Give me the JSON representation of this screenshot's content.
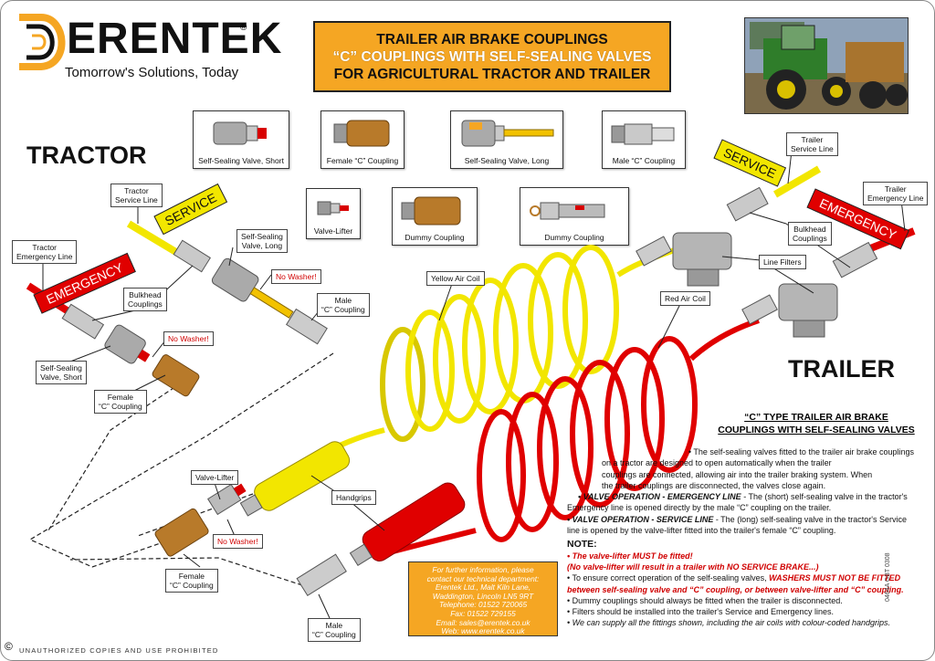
{
  "brand": {
    "logo_text": "ERENTEK",
    "logo_mark": "®",
    "tagline": "Tomorrow's Solutions, Today"
  },
  "title": {
    "line1": "TRAILER AIR BRAKE COUPLINGS",
    "line2": "“C” COUPLINGS WITH SELF-SEALING VALVES",
    "line3": "FOR AGRICULTURAL TRACTOR  AND TRAILER"
  },
  "photo": {
    "description_icon": "tractor-photo-icon"
  },
  "sections": {
    "tractor": "TRACTOR",
    "trailer": "TRAILER"
  },
  "parts": [
    {
      "key": "ssv-short",
      "label": "Self-Sealing Valve, Short"
    },
    {
      "key": "female-c",
      "label": "Female “C” Coupling"
    },
    {
      "key": "ssv-long",
      "label": "Self-Sealing Valve, Long"
    },
    {
      "key": "male-c",
      "label": "Male “C” Coupling"
    },
    {
      "key": "valve-lifter",
      "label": "Valve-Lifter"
    },
    {
      "key": "dummy-1",
      "label": "Dummy Coupling"
    },
    {
      "key": "dummy-2",
      "label": "Dummy Coupling"
    }
  ],
  "banners": {
    "service": "SERVICE",
    "emergency": "EMERGENCY"
  },
  "labels": {
    "tractor_service_line": [
      "Tractor",
      "Service Line"
    ],
    "tractor_emergency_line": [
      "Tractor",
      "Emergency Line"
    ],
    "ssv_long": [
      "Self-Sealing",
      "Valve, Long"
    ],
    "bulkhead_left": [
      "Bulkhead",
      "Couplings"
    ],
    "no_washer": "No Washer!",
    "male_c": [
      "Male",
      "“C” Coupling"
    ],
    "ssv_short": [
      "Self-Sealing",
      "Valve, Short"
    ],
    "female_c": [
      "Female",
      "“C” Coupling"
    ],
    "yellow_coil": "Yellow Air Coil",
    "red_coil": "Red Air Coil",
    "handgrips": "Handgrips",
    "valve_lifter": "Valve-Lifter",
    "trailer_service_line": [
      "Trailer",
      "Service Line"
    ],
    "trailer_emergency_line": [
      "Trailer",
      "Emergency Line"
    ],
    "bulkhead_right": [
      "Bulkhead",
      "Couplings"
    ],
    "line_filters": "Line Filters"
  },
  "info": {
    "heading1": "“C” TYPE TRAILER AIR BRAKE",
    "heading2": "COUPLINGS WITH SELF-SEALING VALVES",
    "para1a": "• The self-sealing valves fitted to the trailer air brake couplings",
    "para1b": "on a tractor are designed to open automatically when the trailer",
    "para1c": "couplings are connected, allowing air into the trailer braking system. When",
    "para1d": "the trailer couplings are disconnected, the valves close again.",
    "para2_head": "• VALVE OPERATION - EMERGENCY LINE",
    "para2_text": " - The (short) self-sealing valve in the tractor's",
    "para2b": "Emergency line is opened directly by the male “C” coupling on the trailer.",
    "para3_head": "• VALVE OPERATION - SERVICE LINE",
    "para3_text": " - The (long) self-sealing valve in the tractor's Service",
    "para3b": "line is opened by the valve-lifter fitted into the trailer's female “C” coupling.",
    "note_head": "NOTE:",
    "note1": "• The valve-lifter MUST be fitted!",
    "note2": "(No valve-lifter will result in a trailer with NO SERVICE BRAKE...)",
    "note3a": "• To ensure correct operation of the self-sealing valves, ",
    "note3b": "WASHERS MUST NOT BE FITTED",
    "note3c": "between self-sealing valve and “C” coupling, or between valve-lifter and “C” coupling.",
    "note4": "• Dummy couplings should always be fitted when the trailer is disconnected.",
    "note5": "• Filters should be installed into the trailer's Service and Emergency lines.",
    "note6": "• We can supply all the fittings shown, including the air coils with colour-coded handgrips."
  },
  "contact": {
    "l1": "For further information, please",
    "l2": "contact our technical department:",
    "l3": "Erentek Ltd., Malt Kiln Lane,",
    "l4": "Waddington, Lincoln LN5 9RT",
    "l5": "Telephone: 01522 720065",
    "l6": "Fax: 01522 729155",
    "l7": "Email: sales@erentek.co.uk",
    "l8": "Web: www.erentek.co.uk"
  },
  "footer": {
    "copyright": "©",
    "notice": "UNAUTHORIZED COPIES AND USE PROHIBITED",
    "code": "0464A GBT 0308"
  },
  "colors": {
    "orange": "#f5a623",
    "yellow": "#f2e600",
    "red": "#e00000",
    "brass": "#b87a2a"
  }
}
